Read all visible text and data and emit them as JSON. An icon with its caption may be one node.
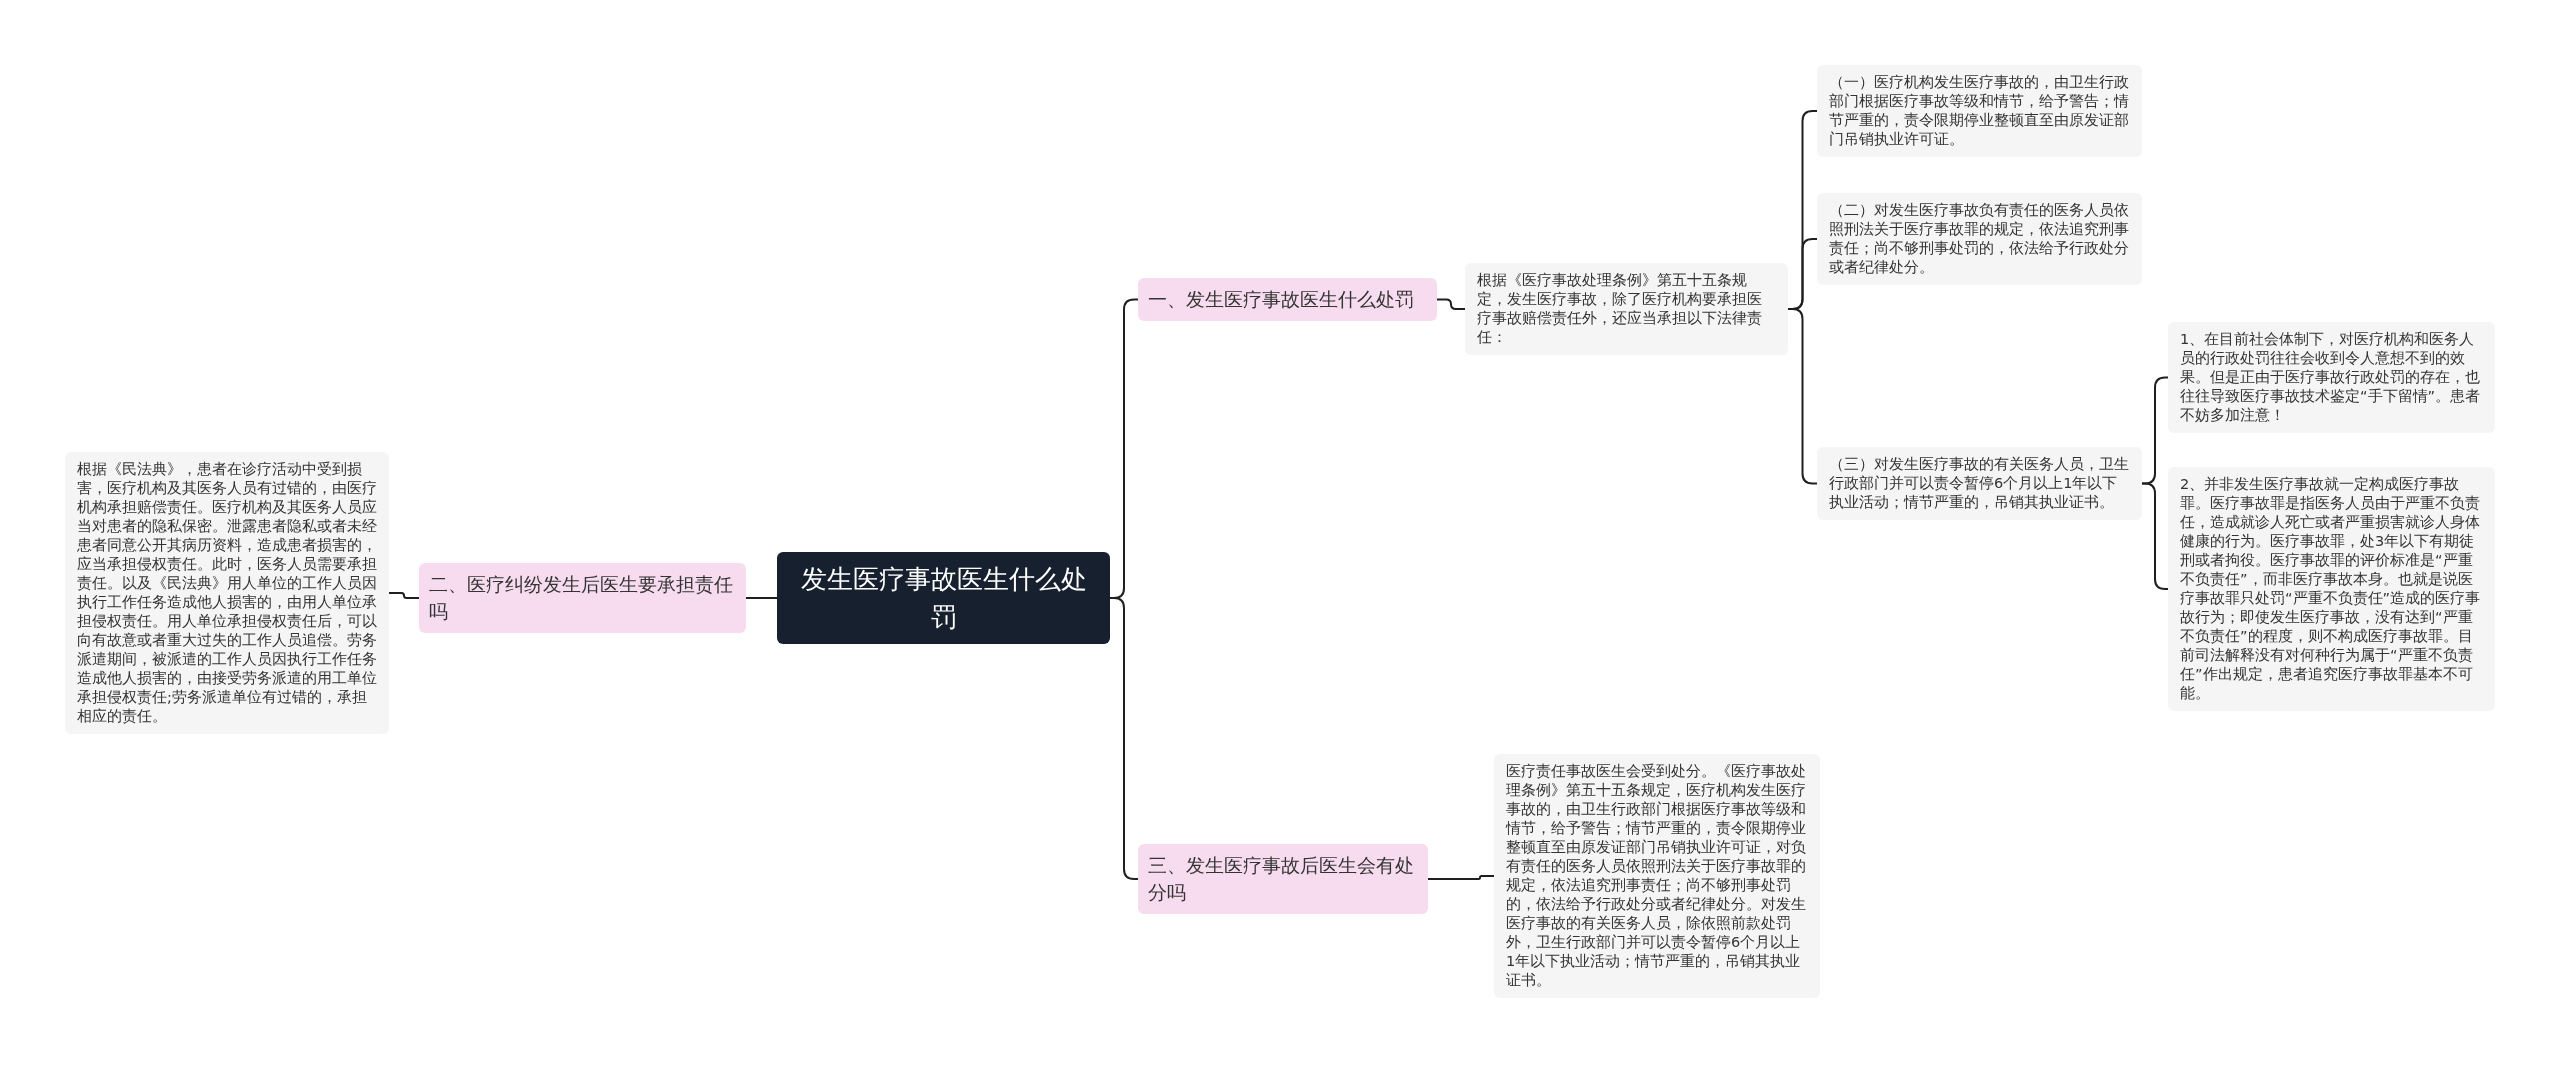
{
  "diagram": {
    "nodes": [
      {
        "text": [
          "发生医疗事故医生什么处罚"
        ]
      },
      {
        "text": [
          "一、发生医疗事故医生什么处罚"
        ]
      },
      {
        "text": [
          "根据《医疗事故处理条例》第五十五条规定，发生医疗事故，除了医疗机构要承担医疗事故赔偿责任外，还应当承担以下法律责任："
        ]
      },
      {
        "text": [
          "（一）医疗机构发生医疗事故的，由卫生行政部门根据医疗事故等级和情节，给予警告；情节严重的，责令限期停业整顿直至由原发证部门吊销执业许可证。"
        ]
      },
      {
        "text": [
          "（二）对发生医疗事故负有责任的医务人员依照刑法关于医疗事故罪的规定，依法追究刑事责任；尚不够刑事处罚的，依法给予行政处分或者纪律处分。"
        ]
      },
      {
        "text": [
          "（三）对发生医疗事故的有关医务人员，卫生行政部门并可以责令暂停6个月以上1年以下执业活动；情节严重的，吊销其执业证书。"
        ]
      },
      {
        "text": [
          "1、在目前社会体制下，对医疗机构和医务人员的行政处罚往往会收到令人意想不到的效果。但是正由于医疗事故行政处罚的存在，也往往导致医疗事故技术鉴定“手下留情”。患者不妨多加注意！"
        ]
      },
      {
        "text": [
          "2、并非发生医疗事故就一定构成医疗事故罪。医疗事故罪是指医务人员由于严重不负责任，造成就诊人死亡或者严重损害就诊人身体健康的行为。医疗事故罪，处3年以下有期徒刑或者拘役。医疗事故罪的评价标准是“严重不负责任”，而非医疗事故本身。也就是说医疗事故罪只处罚“严重不负责任”造成的医疗事故行为；即使发生医疗事故，没有达到“严重不负责任”的程度，则不构成医疗事故罪。目前司法解释没有对何种行为属于“严重不负责任”作出规定，患者追究医疗事故罪基本不可能。"
        ]
      },
      {
        "text": [
          "二、医疗纠纷发生后医生要承担责任吗"
        ]
      },
      {
        "text": [
          "根据《民法典》，患者在诊疗活动中受到损害，医疗机构及其医务人员有过错的，由医疗机构承担赔偿责任。医疗机构及其医务人员应当对患者的隐私保密。泄露患者隐私或者未经患者同意公开其病历资料，造成患者损害的，应当承担侵权责任。此时，医务人员需要承担责任。以及《民法典》用人单位的工作人员因执行工作任务造成他人损害的，由用人单位承担侵权责任。用人单位承担侵权责任后，可以向有故意或者重大过失的工作人员追偿。劳务派遣期间，被派遣的工作人员因执行工作任务造成他人损害的，由接受劳务派遣的用工单位承担侵权责任;劳务派遣单位有过错的，承担相应的责任。"
        ]
      },
      {
        "text": [
          "三、发生医疗事故后医生会有处分吗"
        ]
      },
      {
        "text": [
          "医疗责任事故医生会受到处分。《医疗事故处理条例》第五十五条规定，医疗机构发生医疗事故的，由卫生行政部门根据医疗事故等级和情节，给予警告；情节严重的，责令限期停业整顿直至由原发证部门吊销执业许可证，对负有责任的医务人员依照刑法关于医疗事故罪的规定，依法追究刑事责任；尚不够刑事处罚的，依法给予行政处分或者纪律处分。对发生医疗事故的有关医务人员，除依照前款处罚外，卫生行政部门并可以责令暂停6个月以上1年以下执业活动；情节严重的，吊销其执业证书。"
        ]
      }
    ],
    "edges": [
      {
        "from": 0,
        "to": 1,
        "arrow": "none"
      },
      {
        "from": 1,
        "to": 2,
        "arrow": "none"
      },
      {
        "from": 2,
        "to": 3,
        "arrow": "none"
      },
      {
        "from": 2,
        "to": 4,
        "arrow": "none"
      },
      {
        "from": 2,
        "to": 5,
        "arrow": "none"
      },
      {
        "from": 5,
        "to": 6,
        "arrow": "none"
      },
      {
        "from": 5,
        "to": 7,
        "arrow": "none"
      },
      {
        "from": 0,
        "to": 8,
        "arrow": "none"
      },
      {
        "from": 8,
        "to": 9,
        "arrow": "none"
      },
      {
        "from": 0,
        "to": 10,
        "arrow": "none"
      },
      {
        "from": 10,
        "to": 11,
        "arrow": "none"
      }
    ]
  }
}
